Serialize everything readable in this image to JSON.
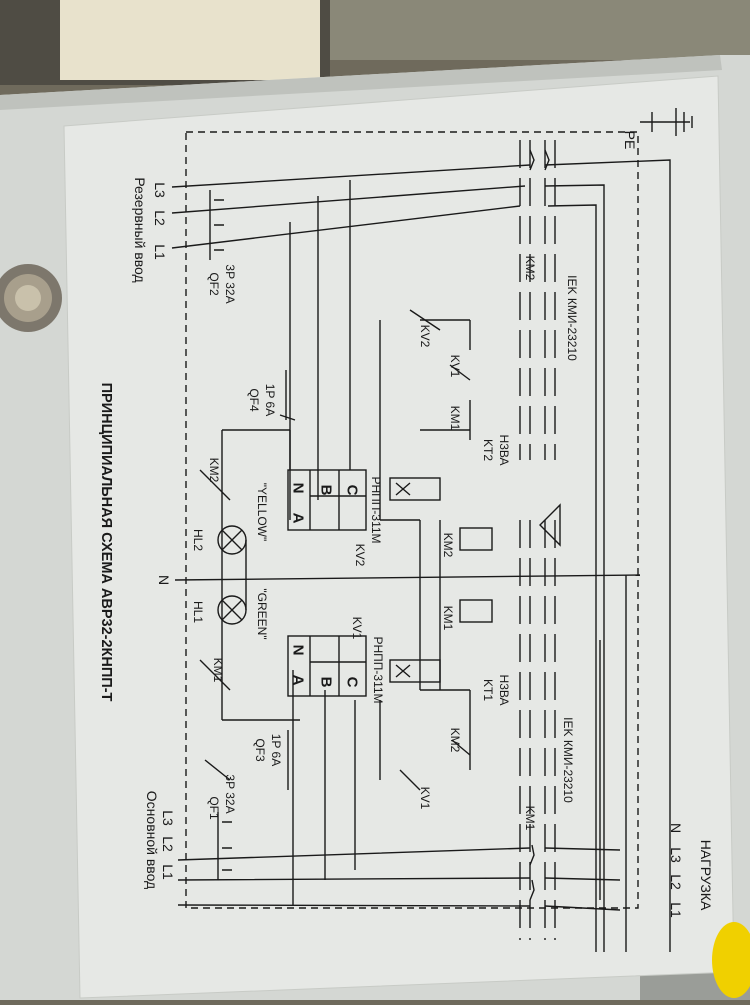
{
  "title": "ПРИНЦИПИАЛЬНАЯ СХЕМА АВР32-2КНПП-Т",
  "inputs": {
    "main": "Основной ввод",
    "reserve": "Резервный ввод"
  },
  "output": "НАГРУЗКА",
  "ground": "PE",
  "neutral": "N",
  "phases": [
    "L1",
    "L2",
    "L3"
  ],
  "load_terminals": [
    "L1",
    "L2",
    "L3",
    "N"
  ],
  "breakers": {
    "qf1": {
      "name": "QF1",
      "rating": "3P 32A"
    },
    "qf2": {
      "name": "QF2",
      "rating": "3P 32A"
    },
    "qf3": {
      "name": "QF3",
      "rating": "1P 6A"
    },
    "qf4": {
      "name": "QF4",
      "rating": "1P 6A"
    }
  },
  "contactors": {
    "km1": {
      "name": "KM1",
      "model": "IEK КМИ-23210"
    },
    "km2": {
      "name": "KM2",
      "model": "IEK КМИ-23210"
    }
  },
  "relays": {
    "kv1": {
      "name": "KV1",
      "model": "РНПП-311М"
    },
    "kv2": {
      "name": "KV2",
      "model": "РНПП-311М"
    },
    "kt1": {
      "name": "KT1",
      "model": "Н3ВА"
    },
    "kt2": {
      "name": "KT2",
      "model": "Н3ВА"
    }
  },
  "lamps": {
    "hl1": {
      "name": "HL1",
      "color": "\"GREEN\""
    },
    "hl2": {
      "name": "HL2",
      "color": "\"YELLOW\""
    }
  },
  "relay_terminals": [
    "A",
    "N",
    "B",
    "C"
  ],
  "contacts": {
    "km1": "KM1",
    "km2": "KM2",
    "kv1": "KV1",
    "kv2": "KV2"
  },
  "colors": {
    "panel": "#d4d7d3",
    "label_paper": "#e6e8e5",
    "ink": "#1a1a1a",
    "background": "#6f6a5c"
  }
}
